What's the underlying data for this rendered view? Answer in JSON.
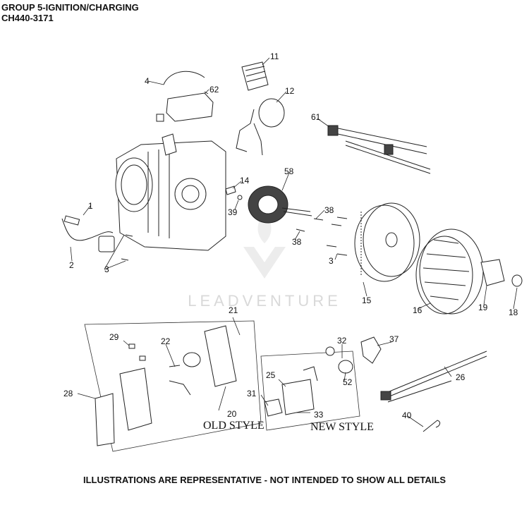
{
  "header": {
    "group_title": "GROUP 5-IGNITION/CHARGING",
    "model": "CH440-3171"
  },
  "watermark": "LEADVENTURE",
  "labels": {
    "old_style": "OLD STYLE",
    "new_style": "NEW STYLE"
  },
  "callouts": [
    "1",
    "2",
    "3",
    "3",
    "4",
    "11",
    "12",
    "14",
    "15",
    "16",
    "18",
    "19",
    "20",
    "21",
    "22",
    "25",
    "26",
    "28",
    "29",
    "31",
    "32",
    "33",
    "37",
    "38",
    "38",
    "39",
    "40",
    "52",
    "58",
    "61",
    "62"
  ],
  "footer": "ILLUSTRATIONS ARE REPRESENTATIVE - NOT INTENDED TO SHOW ALL DETAILS"
}
